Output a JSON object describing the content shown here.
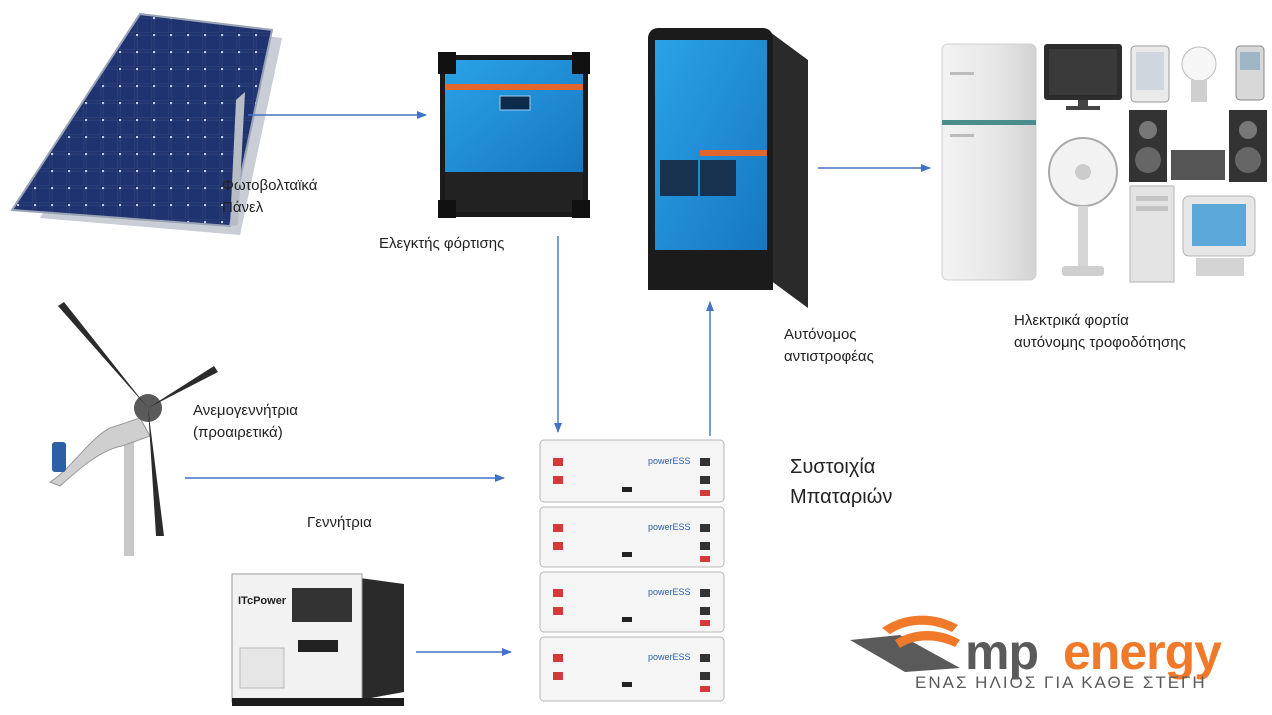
{
  "labels": {
    "pv_panel_line1": "Φωτοβολταϊκά",
    "pv_panel_line2": "Πάνελ",
    "charge_controller": "Ελεγκτής φόρτισης",
    "inverter_line1": "Αυτόνομος",
    "inverter_line2": "αντιστροφέας",
    "loads_line1": "Ηλεκτρικά φορτία",
    "loads_line2": "αυτόνομης τροφοδότησης",
    "wind_line1": "Ανεμογεννήτρια",
    "wind_line2": "(προαιρετικά)",
    "generator": "Γεννήτρια",
    "battery_line1": "Συστοιχία",
    "battery_line2": "Μπαταριών"
  },
  "device_texts": {
    "battery_brand": "powerESS",
    "generator_brand": "ITcPower"
  },
  "logo": {
    "part1": "mp",
    "part2": "energy",
    "tagline": "ΕΝΑΣ ΗΛΙΟΣ ΓΙΑ ΚΑΘΕ ΣΤΕΓΗ"
  },
  "colors": {
    "arrow": "#4472c4",
    "inverter_blue": "#1e8fd6",
    "logo_orange": "#f07a2a",
    "logo_gray": "#5a5a5a"
  }
}
